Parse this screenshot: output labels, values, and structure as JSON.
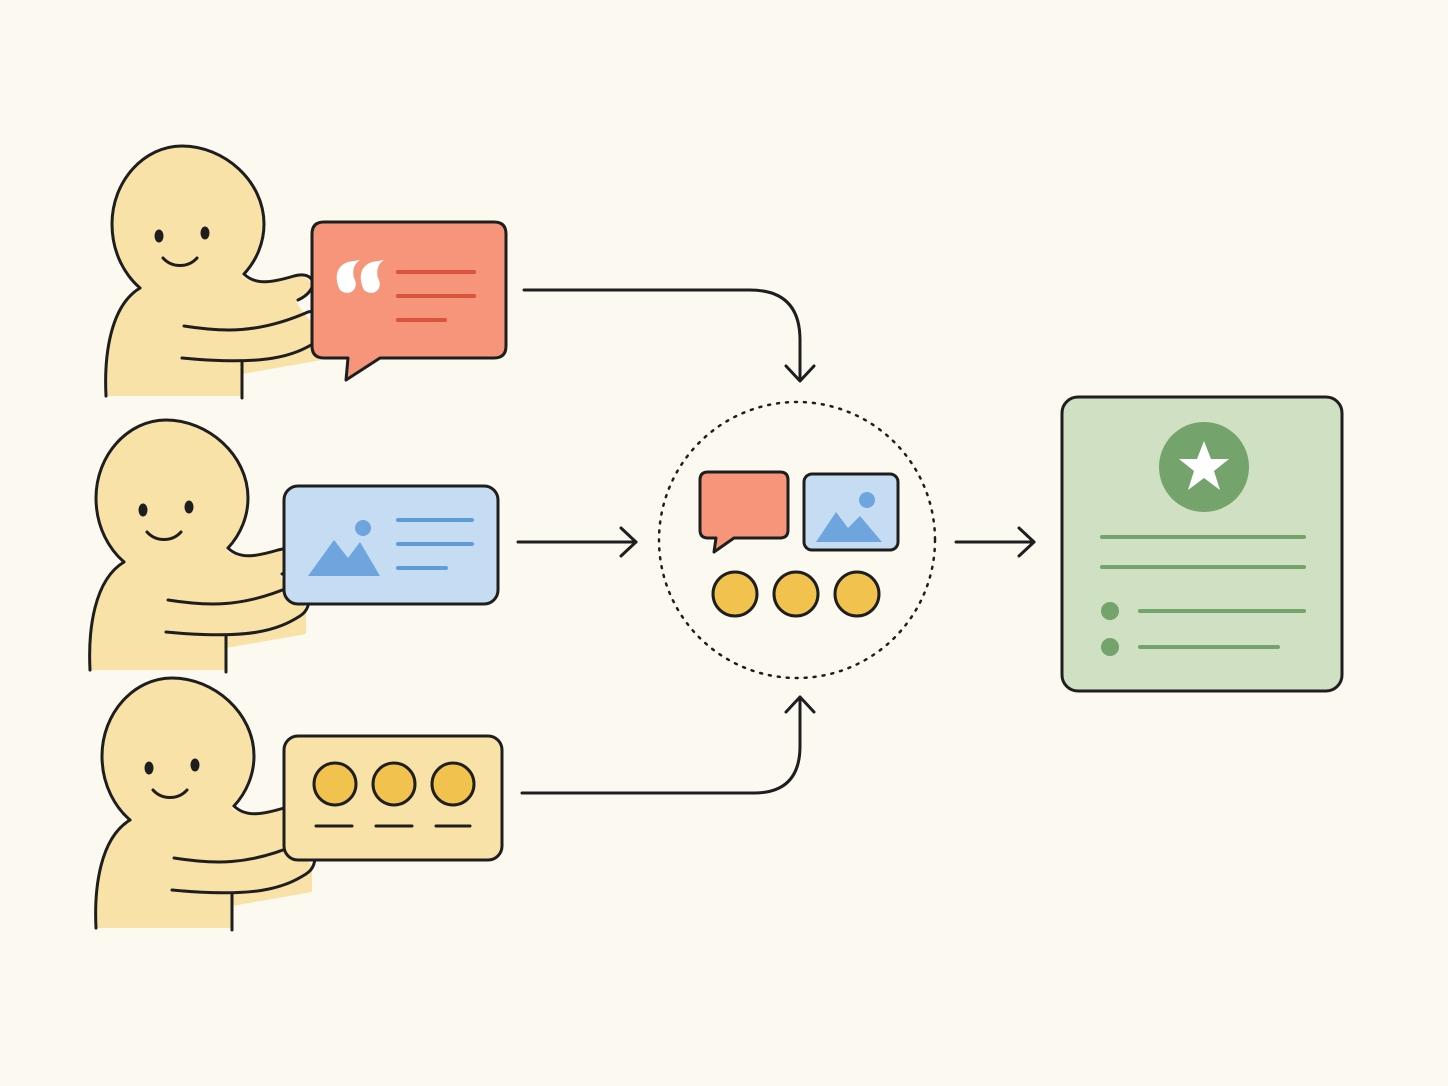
{
  "canvas": {
    "background": "#FCF9F1"
  },
  "palette": {
    "stroke": "#1E1E1E",
    "person_fill": "#F8E2A8",
    "quote_card_fill": "#F6957A",
    "quote_card_accent": "#D9543C",
    "quote_mark": "#FFFFFF",
    "image_card_fill": "#C5DCF3",
    "image_card_accent": "#5E9BDA",
    "rating_card_fill": "#F8E2A8",
    "dot_fill": "#F2C24F",
    "result_card_fill": "#CFE0C3",
    "result_accent": "#74A36C",
    "star": "#FFFFFF"
  },
  "diagram": {
    "contributors": [
      {
        "id": "contributor-1",
        "card": "quote-card",
        "icon": "quote-icon"
      },
      {
        "id": "contributor-2",
        "card": "image-card",
        "icon": "image-icon"
      },
      {
        "id": "contributor-3",
        "card": "rating-card",
        "icon": "rating-dots-icon"
      }
    ],
    "hub": {
      "style": "dotted-circle",
      "contents": [
        "speech-bubble-icon",
        "image-icon",
        "dot-icon",
        "dot-icon",
        "dot-icon"
      ]
    },
    "result": {
      "icons": [
        "star-icon",
        "bullet-icon",
        "bullet-icon"
      ]
    },
    "arrows": [
      {
        "from": "contributor-1",
        "to": "hub"
      },
      {
        "from": "contributor-2",
        "to": "hub"
      },
      {
        "from": "contributor-3",
        "to": "hub"
      },
      {
        "from": "hub",
        "to": "result"
      }
    ]
  }
}
